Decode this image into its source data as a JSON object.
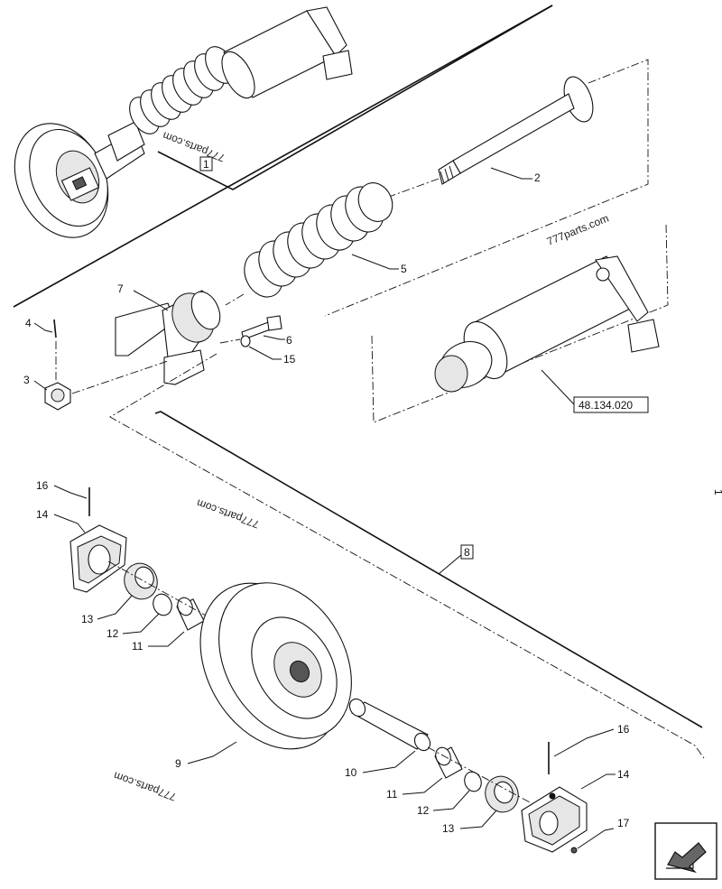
{
  "callouts": {
    "assembly_ref": "1",
    "pin": "2",
    "nut": "3",
    "cotter_pin": "4",
    "spring": "5",
    "bolt": "6",
    "yoke": "7",
    "idler_assembly_ref": "8",
    "idler_wheel": "9",
    "shaft": "10",
    "bushing_left": "11",
    "o_ring_left": "12",
    "seal_left": "13",
    "bracket_left": "14",
    "dowel_left": "16",
    "bushing_right": "11",
    "o_ring_right": "12",
    "seal_right": "13",
    "bracket_right": "14",
    "dowel_right": "16",
    "plug": "17",
    "washer": "15"
  },
  "cylinder_ref": "48.134.020",
  "watermarks": [
    "777parts.com",
    "777parts.com",
    "777parts.com",
    "777parts.com"
  ],
  "edge_mark": "1",
  "nav_icon": "arrow-icon"
}
